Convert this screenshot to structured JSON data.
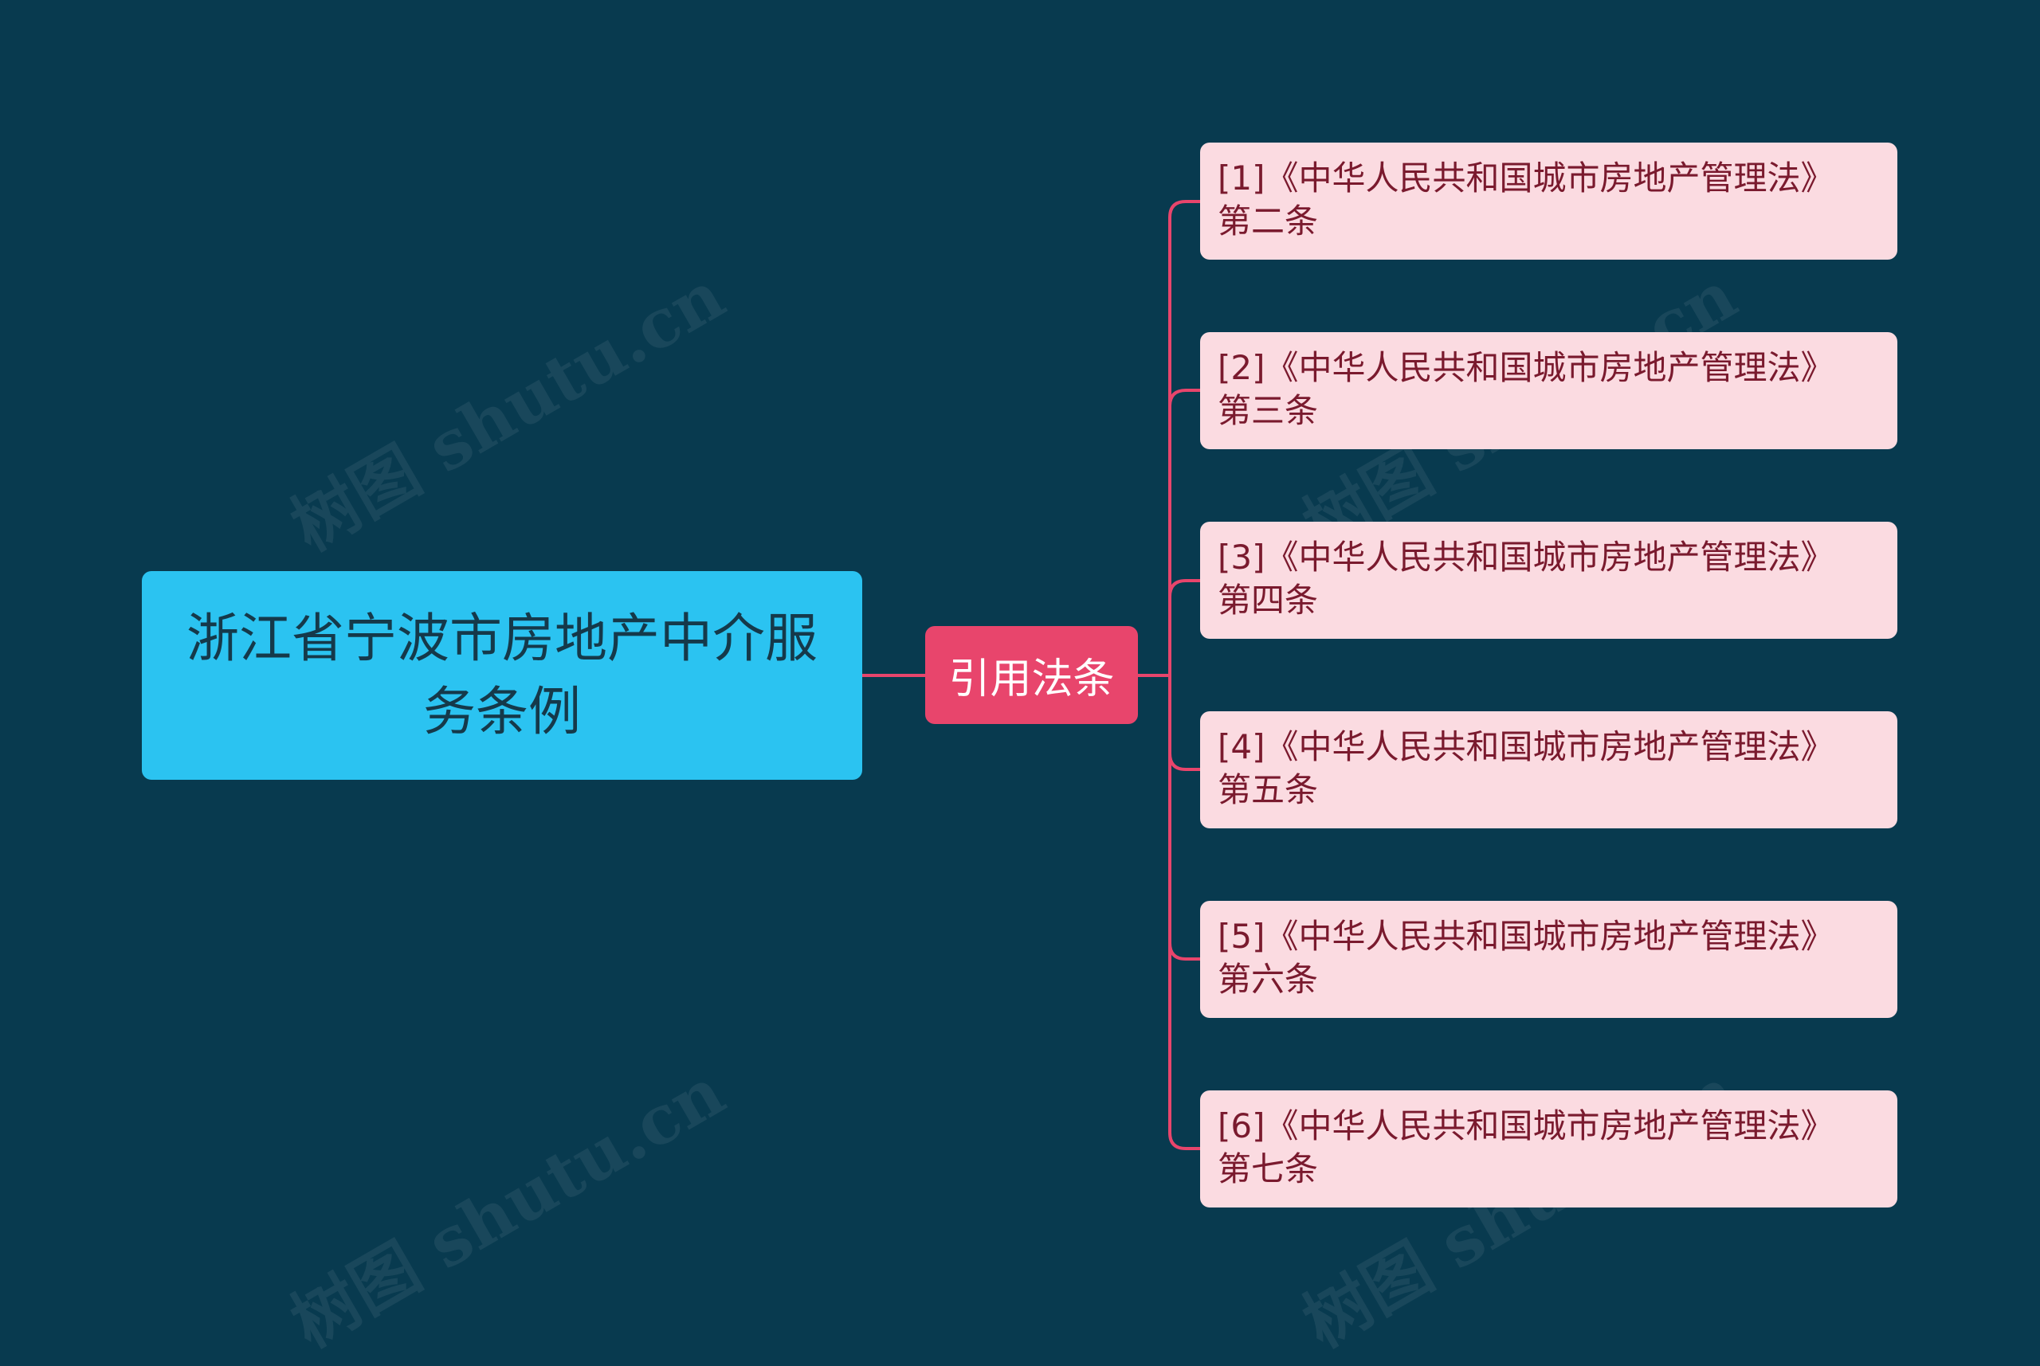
{
  "colors": {
    "background": "#083a4f",
    "root_fill": "#2bc3f1",
    "mid_fill": "#e8456c",
    "leaf_fill": "#fbdbe1",
    "connector": "#e8456c"
  },
  "watermark": "树图 shutu.cn",
  "root": {
    "title": "浙江省宁波市房地产中介服务条例"
  },
  "branch": {
    "label": "引用法条"
  },
  "leaves": [
    {
      "text": "[1]《中华人民共和国城市房地产管理法》 第二条"
    },
    {
      "text": "[2]《中华人民共和国城市房地产管理法》 第三条"
    },
    {
      "text": "[3]《中华人民共和国城市房地产管理法》 第四条"
    },
    {
      "text": "[4]《中华人民共和国城市房地产管理法》 第五条"
    },
    {
      "text": "[5]《中华人民共和国城市房地产管理法》 第六条"
    },
    {
      "text": "[6]《中华人民共和国城市房地产管理法》 第七条"
    }
  ]
}
